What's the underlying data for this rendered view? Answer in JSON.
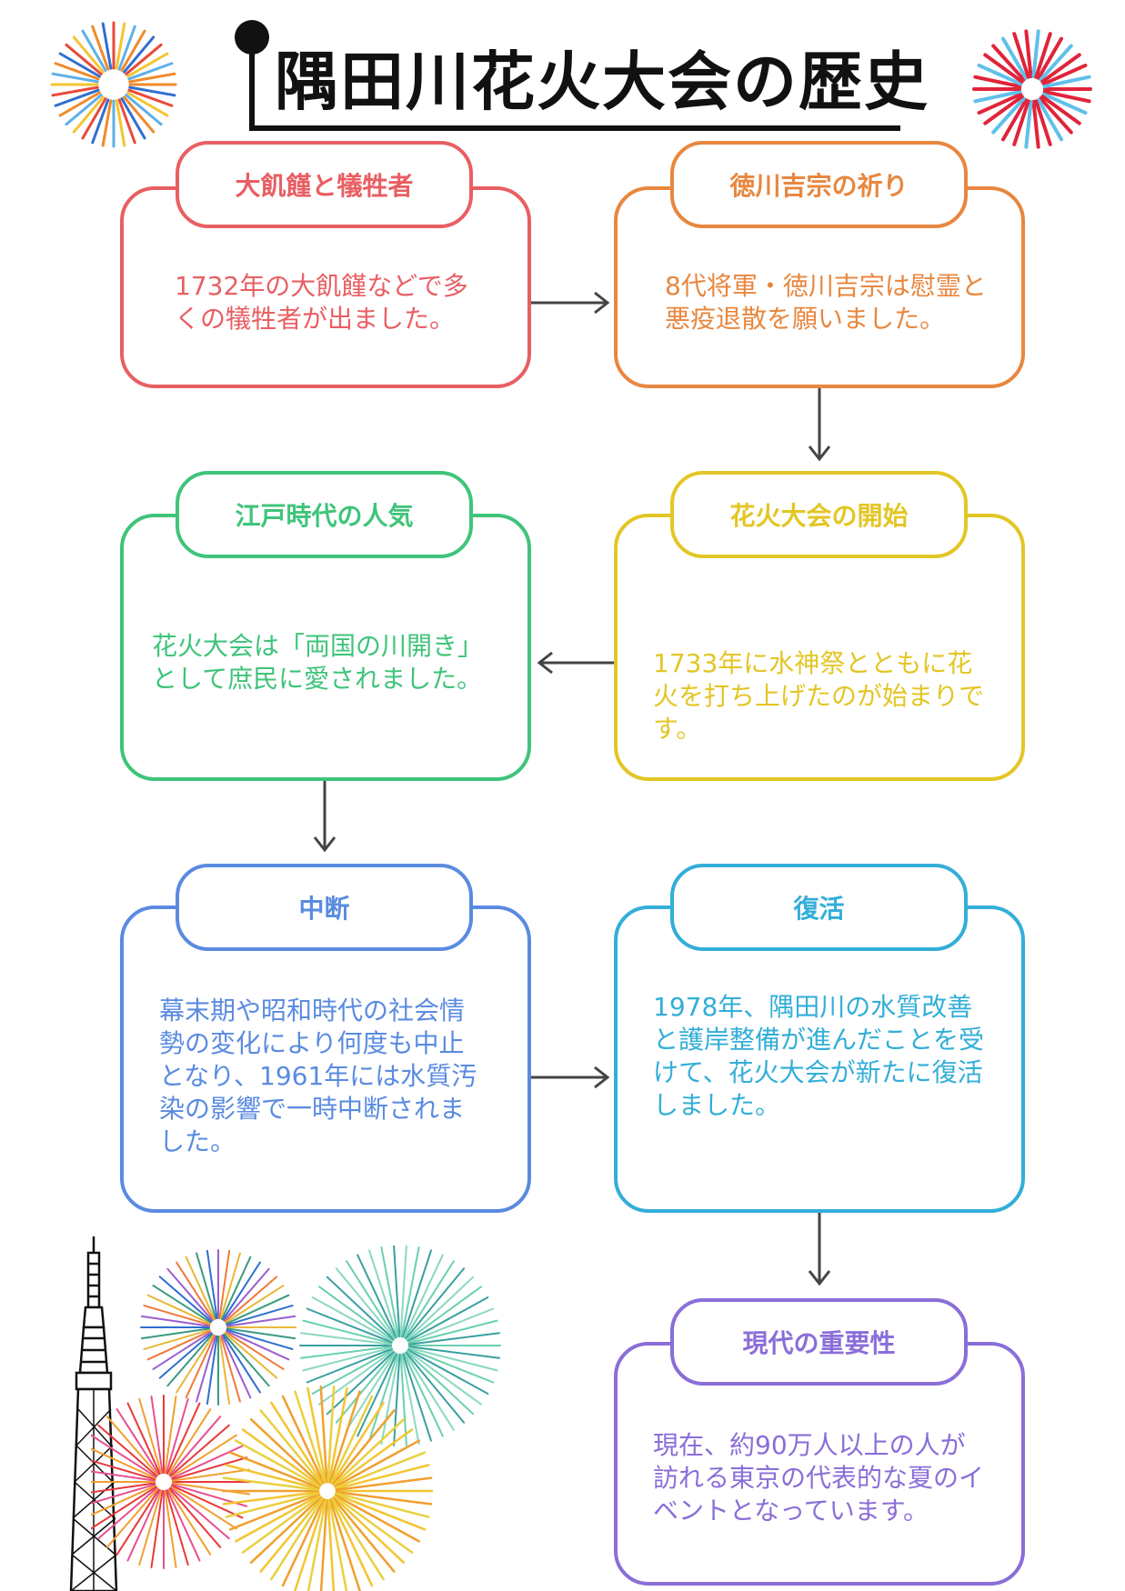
{
  "title": "隅田川花火大会の歴史",
  "steps": [
    {
      "heading": "大飢饉と犠牲者",
      "body": "1732年の大飢饉などで多くの犠牲者が出ました。",
      "color": "#e85f63"
    },
    {
      "heading": "徳川吉宗の祈り",
      "body": "8代将軍・徳川吉宗は慰霊と悪疫退散を願いました。",
      "color": "#e8873f"
    },
    {
      "heading": "花火大会の開始",
      "body": "1733年に水神祭とともに花火を打ち上げたのが始まりです。",
      "color": "#e3c625"
    },
    {
      "heading": "江戸時代の人気",
      "body": "花火大会は「両国の川開き」として庶民に愛されました。",
      "color": "#3fc47a"
    },
    {
      "heading": "中断",
      "body": "幕末期や昭和時代の社会情勢の変化により何度も中止となり、1961年には水質汚染の影響で一時中断されました。",
      "color": "#5a8be0"
    },
    {
      "heading": "復活",
      "body": "1978年、隅田川の水質改善と護岸整備が進んだことを受けて、花火大会が新たに復活しました。",
      "color": "#33aed8"
    },
    {
      "heading": "現代の重要性",
      "body": "現在、約90万人以上の人が訪れる東京の代表的な夏のイベントとなっています。",
      "color": "#8a6ed8"
    }
  ],
  "arrow_color": "#444444",
  "decorations": [
    "firework-icon",
    "firework-icon",
    "tokyo-skytree-icon",
    "fireworks-cluster-icon"
  ]
}
